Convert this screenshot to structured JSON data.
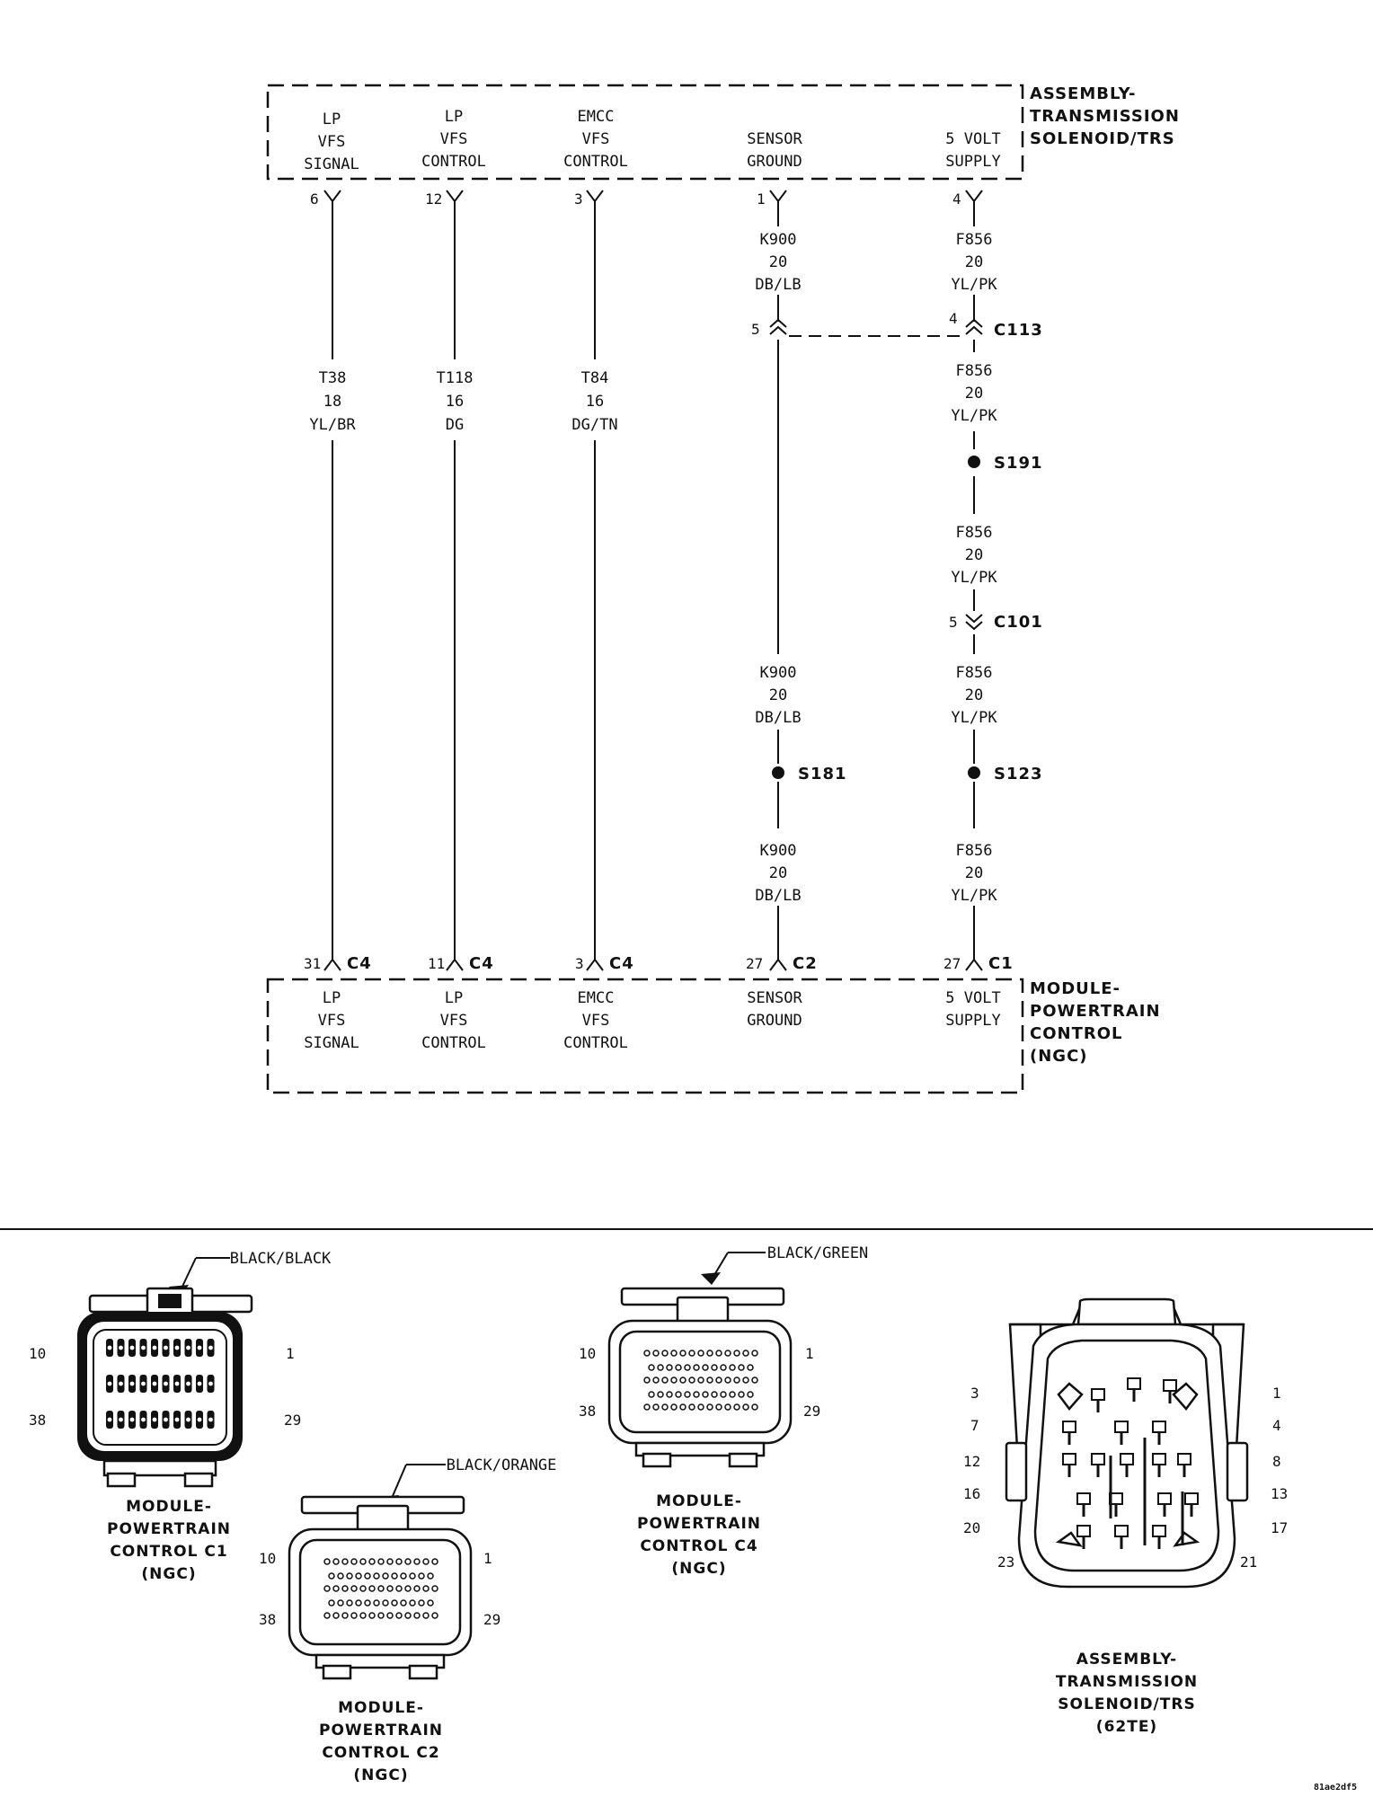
{
  "top_block": {
    "title_lines": [
      "ASSEMBLY-",
      "TRANSMISSION",
      "SOLENOID/TRS"
    ],
    "circuits": [
      {
        "lines": [
          "LP",
          "VFS",
          "SIGNAL"
        ]
      },
      {
        "lines": [
          "LP",
          "VFS",
          "CONTROL"
        ]
      },
      {
        "lines": [
          "EMCC",
          "VFS",
          "CONTROL"
        ]
      },
      {
        "lines": [
          "SENSOR",
          "GROUND"
        ]
      },
      {
        "lines": [
          "5 VOLT",
          "SUPPLY"
        ]
      }
    ],
    "pins": [
      "6",
      "12",
      "3",
      "1",
      "4"
    ]
  },
  "bottom_block": {
    "title_lines": [
      "MODULE-",
      "POWERTRAIN",
      "CONTROL",
      "(NGC)"
    ],
    "circuits": [
      {
        "lines": [
          "LP",
          "VFS",
          "SIGNAL"
        ]
      },
      {
        "lines": [
          "LP",
          "VFS",
          "CONTROL"
        ]
      },
      {
        "lines": [
          "EMCC",
          "VFS",
          "CONTROL"
        ]
      },
      {
        "lines": [
          "SENSOR",
          "GROUND"
        ]
      },
      {
        "lines": [
          "5 VOLT",
          "SUPPLY"
        ]
      }
    ],
    "pins": [
      "31",
      "11",
      "3",
      "27",
      "27"
    ],
    "connectors": [
      "C4",
      "C4",
      "C4",
      "C2",
      "C1"
    ]
  },
  "wire_labels": {
    "t38": [
      "T38",
      "18",
      "YL/BR"
    ],
    "t118": [
      "T118",
      "16",
      "DG"
    ],
    "t84": [
      "T84",
      "16",
      "DG/TN"
    ],
    "k900_a": [
      "K900",
      "20",
      "DB/LB"
    ],
    "k900_b": [
      "K900",
      "20",
      "DB/LB"
    ],
    "k900_c": [
      "K900",
      "20",
      "DB/LB"
    ],
    "f856_a": [
      "F856",
      "20",
      "YL/PK"
    ],
    "f856_b": [
      "F856",
      "20",
      "YL/PK"
    ],
    "f856_c": [
      "F856",
      "20",
      "YL/PK"
    ],
    "f856_d": [
      "F856",
      "20",
      "YL/PK"
    ],
    "f856_e": [
      "F856",
      "20",
      "YL/PK"
    ]
  },
  "inline": {
    "c113": {
      "name": "C113",
      "pin_left": "5",
      "pin_right": "4"
    },
    "c101": {
      "name": "C101",
      "pin": "5"
    },
    "splices": [
      "S191",
      "S181",
      "S123"
    ]
  },
  "connector_views": {
    "c1": {
      "title_lines": [
        "MODULE-",
        "POWERTRAIN",
        "CONTROL C1",
        "(NGC)"
      ],
      "color": "BLACK/BLACK",
      "pins": [
        "10",
        "1",
        "38",
        "29"
      ]
    },
    "c2": {
      "title_lines": [
        "MODULE-",
        "POWERTRAIN",
        "CONTROL C2",
        "(NGC)"
      ],
      "color": "BLACK/ORANGE",
      "pins": [
        "10",
        "1",
        "38",
        "29"
      ]
    },
    "c4": {
      "title_lines": [
        "MODULE-",
        "POWERTRAIN",
        "CONTROL C4",
        "(NGC)"
      ],
      "color": "BLACK/GREEN",
      "pins": [
        "10",
        "1",
        "38",
        "29"
      ]
    },
    "trs": {
      "title_lines": [
        "ASSEMBLY-",
        "TRANSMISSION",
        "SOLENOID/TRS",
        "(62TE)"
      ],
      "pins_left": [
        "3",
        "7",
        "12",
        "16",
        "20",
        "23"
      ],
      "pins_right": [
        "1",
        "4",
        "8",
        "13",
        "17",
        "21"
      ]
    }
  },
  "figure_id": "81ae2df5"
}
